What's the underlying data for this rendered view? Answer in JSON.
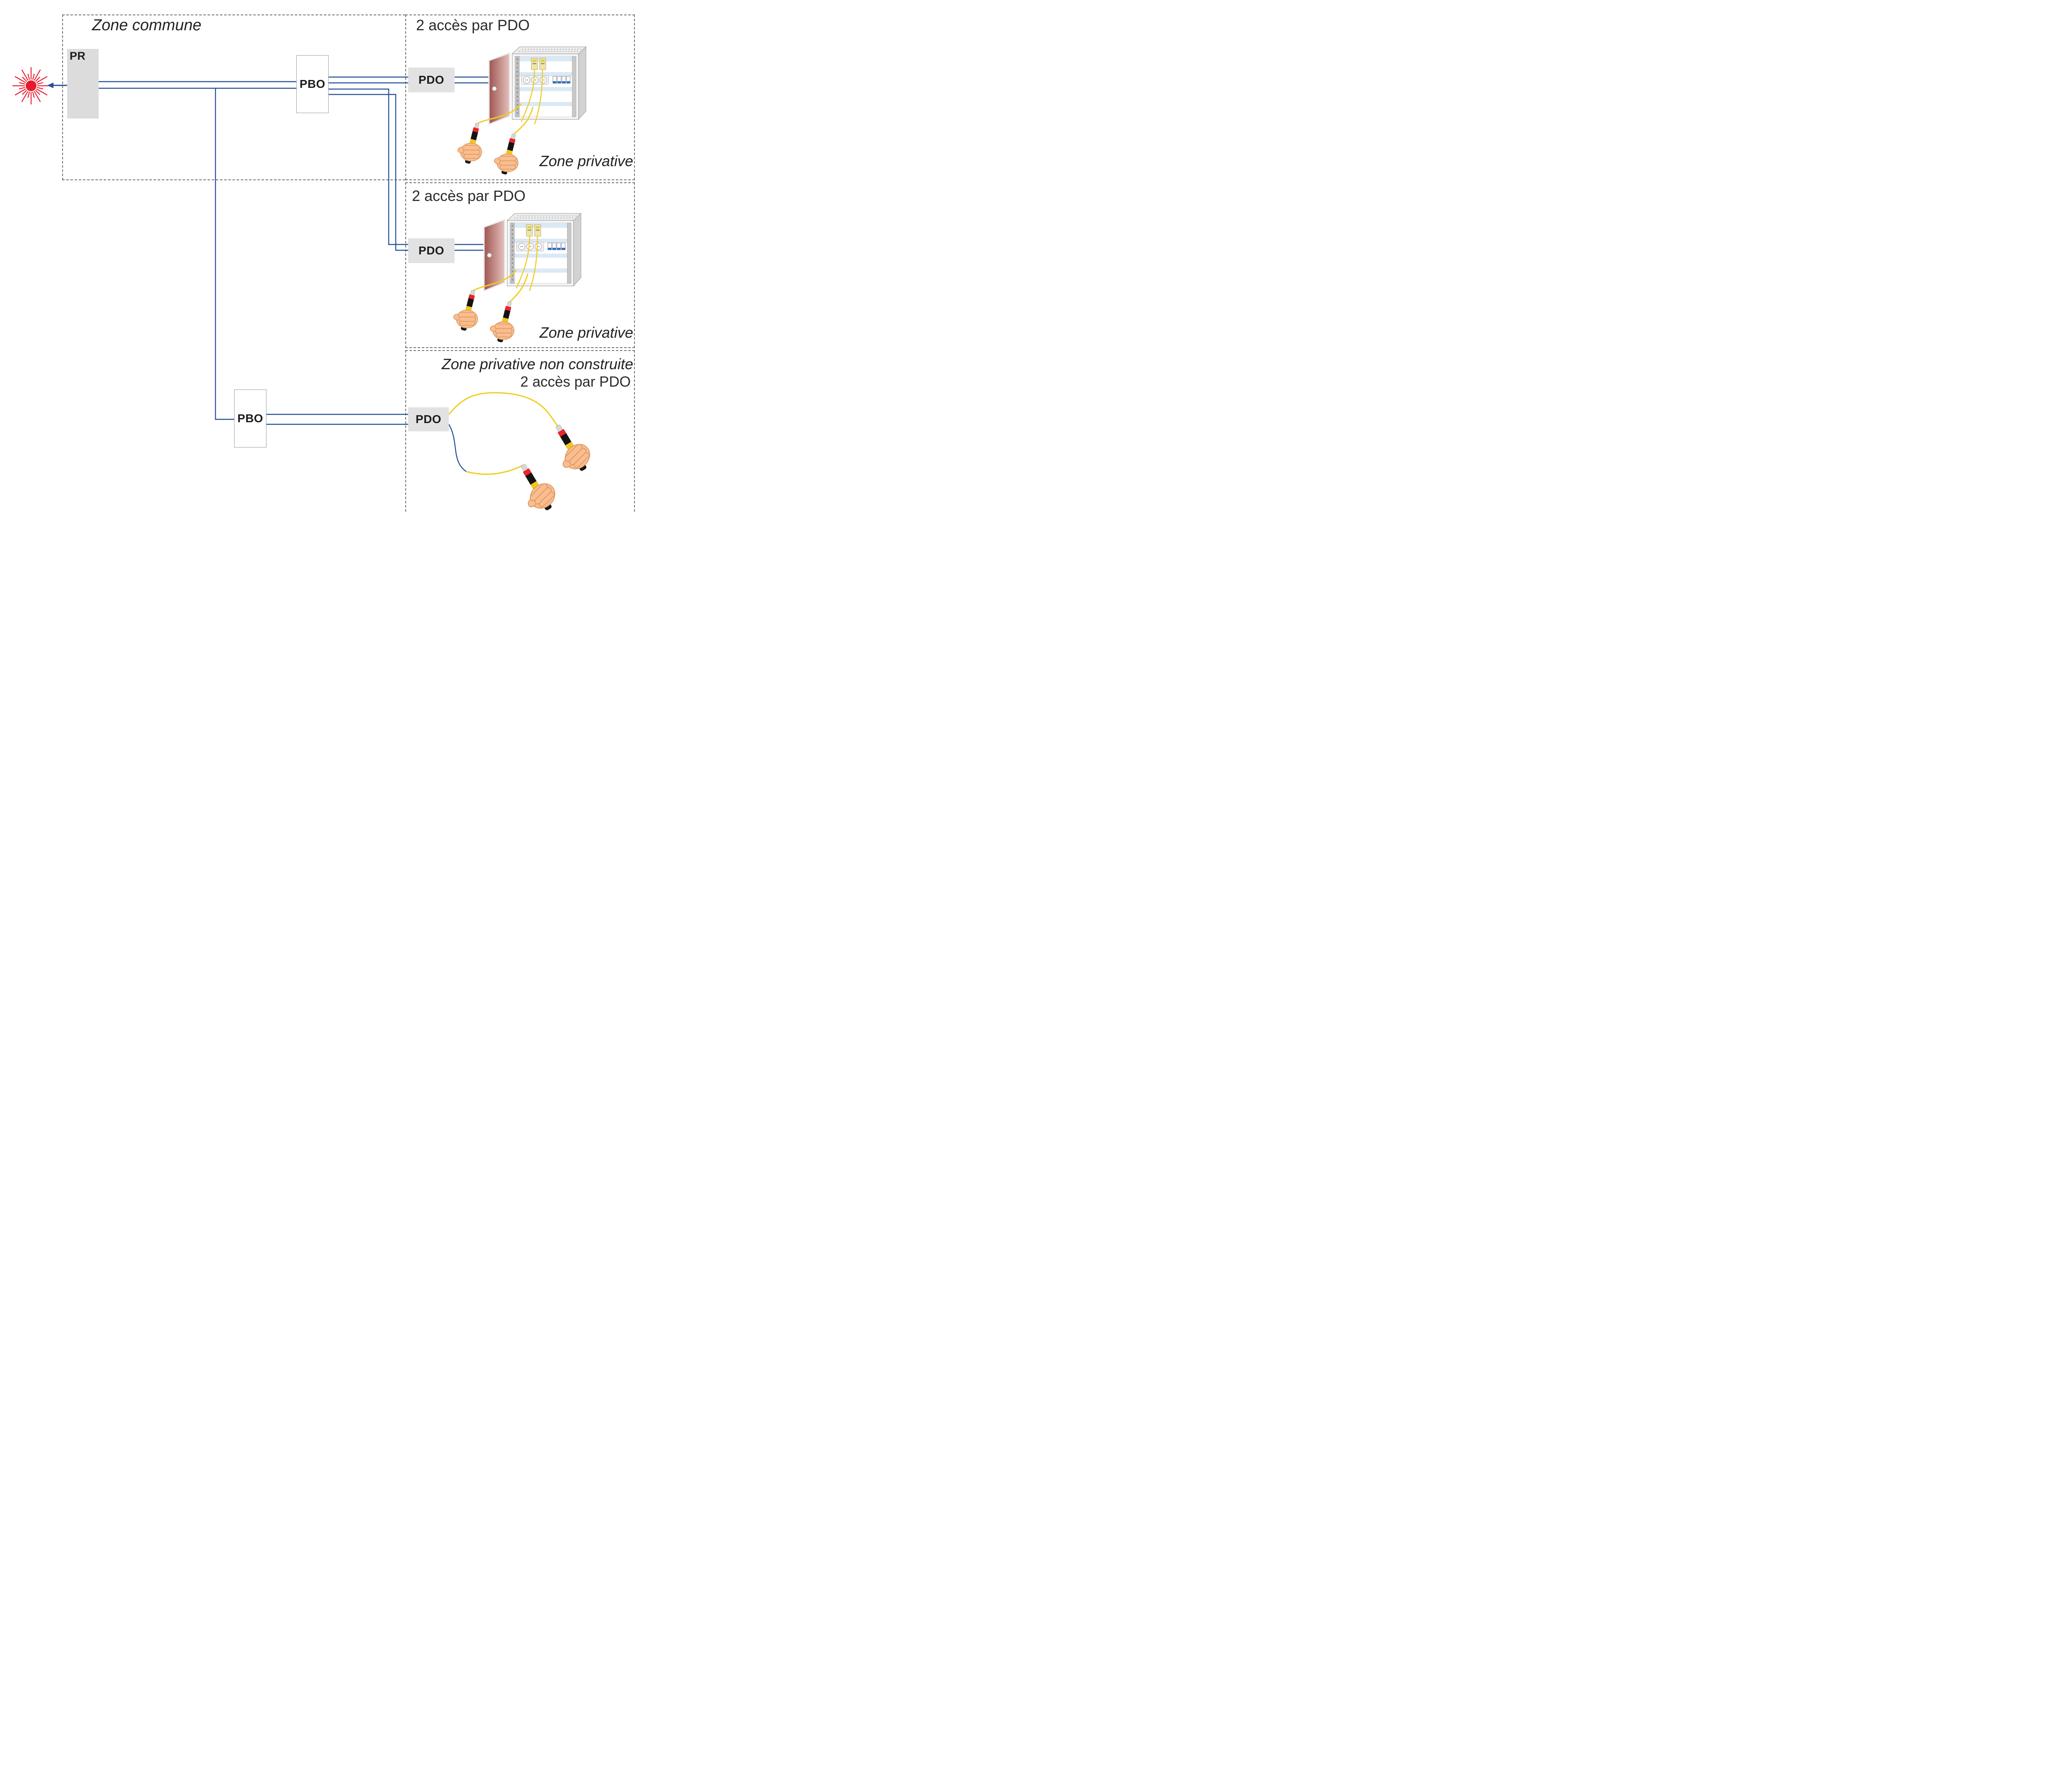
{
  "zones": {
    "commune": {
      "label": "Zone commune"
    },
    "top": {
      "title": "2 accès par PDO",
      "zone_label": "Zone privative"
    },
    "middle": {
      "title": "2 accès par PDO",
      "zone_label": "Zone privative"
    },
    "bottom": {
      "title_line1": "Zone privative non construite",
      "title_line2": "2 accès par PDO"
    }
  },
  "nodes": {
    "pr": "PR",
    "pbo_top": "PBO",
    "pbo_bottom": "PBO",
    "pdo_top": "PDO",
    "pdo_middle": "PDO",
    "pdo_bottom": "PDO"
  },
  "icons": {
    "laser_burst": "laser-burst-icon",
    "arrow_left": "arrow-left-icon",
    "fiber_fanout": "fiber-fanout-icon",
    "cabinet": "fiber-cabinet-icon",
    "hand_pen": "hand-with-fiber-pen-icon"
  },
  "colors": {
    "line_blue": "#27509b",
    "burst_red": "#e8192c",
    "fiber_yellow": "#f0cd1f",
    "node_gray": "#e2e2e2",
    "pr_gray": "#dcdcdc"
  }
}
